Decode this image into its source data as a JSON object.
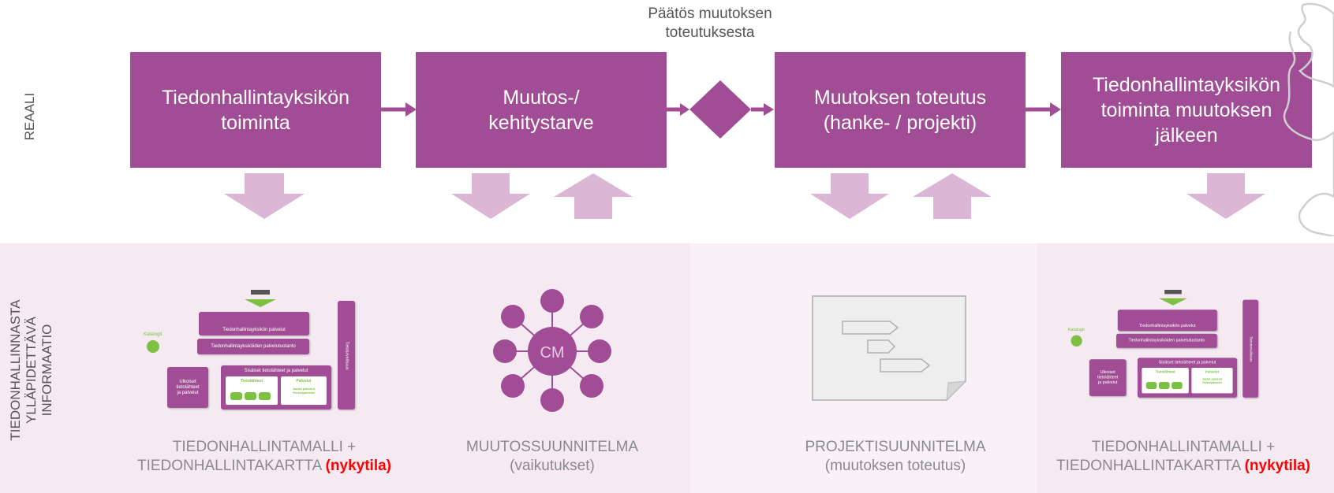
{
  "row_labels": {
    "top": "REAALI",
    "bottom": "TIEDONHALLINNASTA\nYLLÄPIDETTÄVÄ\nINFORMAATIO"
  },
  "decision_label": "Päätös muutoksen\ntoteutuksesta",
  "process_boxes": [
    {
      "label": "Tiedonhallintayksikön\ntoiminta"
    },
    {
      "label": "Muutos-/\nkehitystarve"
    },
    {
      "label": "Muutoksen toteutus\n(hanke- / projekti)"
    },
    {
      "label": "Tiedonhallintayksikön\ntoiminta muutoksen\njälkeen"
    }
  ],
  "cm_label": "CM",
  "arch_diagram": {
    "services_label": "Tiedonhallintayksikön palvelut",
    "production_label": "Tiedonhallintayksiköiden palvelutuotanto",
    "external_label": "Ulkoiset\ntietolähteet\nja palvelut",
    "internal_label": "Sisäiset tietolähteet ja palvelut",
    "sources_label": "Tietolähteet",
    "services_short": "Palvelut",
    "services_sub": "Jaetut palvelut\nPerusipalvelut",
    "catalog_label": "Katalogit",
    "security_label": "Tietoturvallisuus"
  },
  "docs": [
    {
      "line1": "TIEDONHALLINTAMALLI +",
      "line2": "TIEDONHALLINTAKARTTA",
      "highlight": "(nykytila)"
    },
    {
      "line1": "MUUTOSSUUNNITELMA",
      "line2": "(vaikutukset)",
      "highlight": ""
    },
    {
      "line1": "PROJEKTISUUNNITELMA",
      "line2": "(muutoksen toteutus)",
      "highlight": ""
    },
    {
      "line1": "TIEDONHALLINTAMALLI +",
      "line2": "TIEDONHALLINTAKARTTA",
      "highlight": "(nykytila)"
    }
  ],
  "colors": {
    "box": "#a14d95",
    "pale_arrow": "#dbb6d5",
    "panel": "#f5e9f2",
    "highlight": "#ff0000",
    "green": "#7dc142"
  }
}
